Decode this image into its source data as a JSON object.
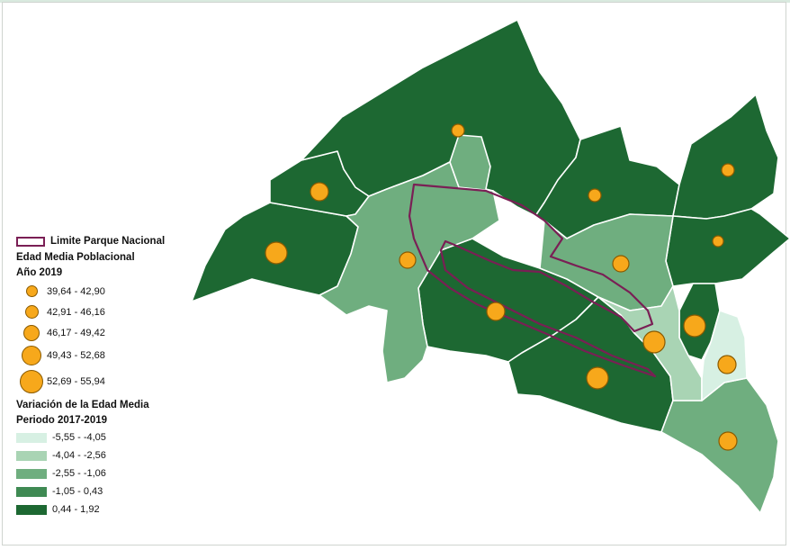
{
  "legend": {
    "park_label": "Limite Parque Nacional",
    "age_title": "Edad Media Poblacional",
    "age_year": "Año 2019",
    "age_classes": [
      "39,64 - 42,90",
      "42,91 - 46,16",
      "46,17 - 49,42",
      "49,43 - 52,68",
      "52,69 - 55,94"
    ],
    "variation_title": "Variación de la Edad Media",
    "variation_period": "Periodo 2017-2019",
    "variation_classes": [
      {
        "label": "-5,55 - -4,05",
        "color": "#d7f0e3"
      },
      {
        "label": "-4,04 - -2,56",
        "color": "#a9d4b4"
      },
      {
        "label": "-2,55 - -1,06",
        "color": "#6fae7f"
      },
      {
        "label": "-1,05 - 0,43",
        "color": "#3f8a53"
      },
      {
        "label": "0,44 - 1,92",
        "color": "#1d6832"
      }
    ]
  },
  "colors": {
    "park_boundary": "#7a1f55",
    "age_symbol": "#f7a81b"
  }
}
